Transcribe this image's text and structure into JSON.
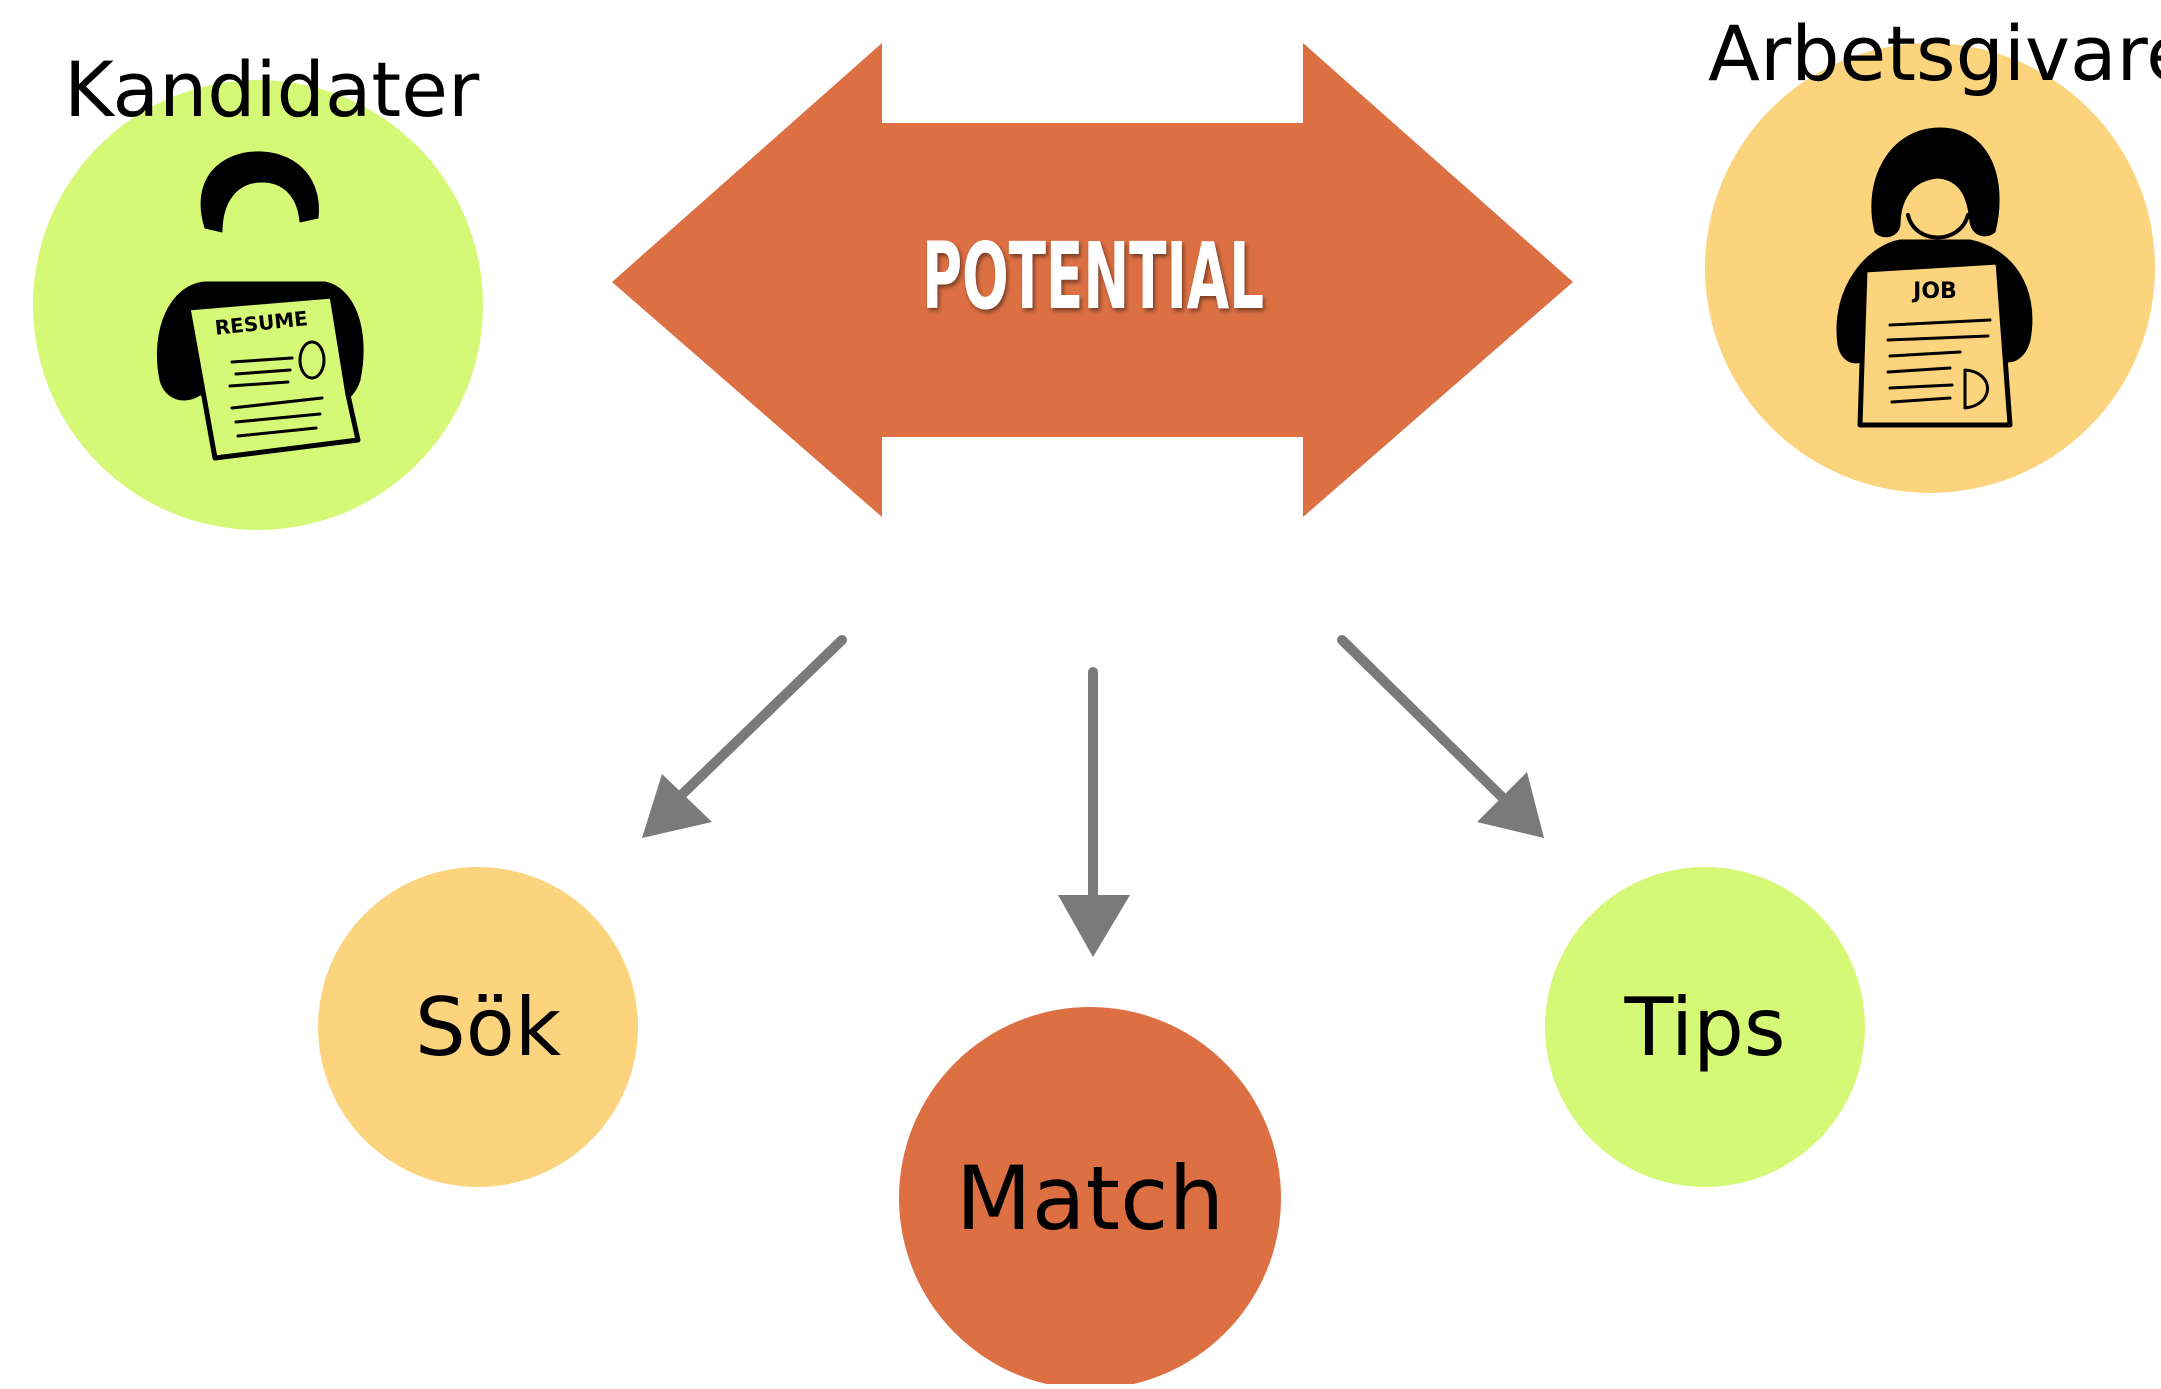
{
  "actors": {
    "candidates": {
      "label": "Kandidater",
      "document_text": "RESUME",
      "color": "#D6F877"
    },
    "employers": {
      "label": "Arbetsgivare",
      "document_text": "JOB",
      "color": "#FCD47D"
    }
  },
  "center_arrow": {
    "label": "POTENTIAL",
    "color": "#DC7043",
    "text_color": "#FFFFFF"
  },
  "connector_color": "#7A7A7A",
  "outcomes": [
    {
      "label": "Sök",
      "color": "#FCD47D"
    },
    {
      "label": "Match",
      "color": "#DC7043"
    },
    {
      "label": "Tips",
      "color": "#D6F877"
    }
  ]
}
